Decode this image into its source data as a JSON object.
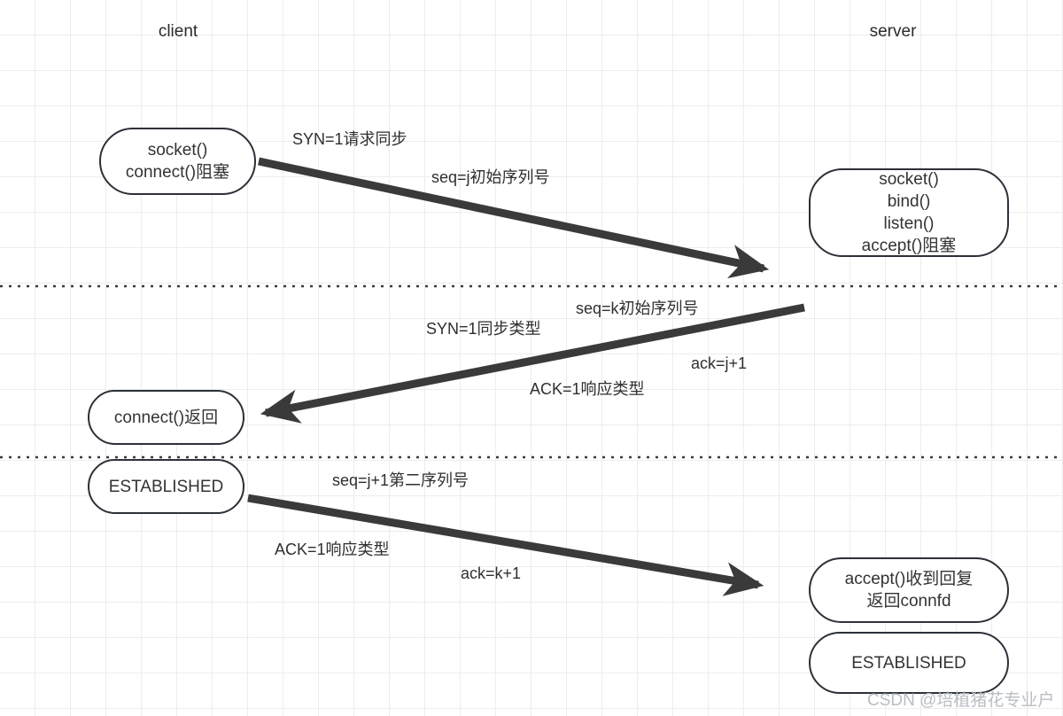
{
  "diagram": {
    "title": "TCP three-way handshake sequence diagram",
    "background": "#ffffff",
    "grid_color": "#ededed",
    "stroke_color": "#2c3038",
    "arrow_color": "#3a3a3a",
    "text_color": "#333333"
  },
  "columns": {
    "client": "client",
    "server": "server"
  },
  "nodes": {
    "client_socket": {
      "lines": [
        "socket()",
        "connect()阻塞"
      ]
    },
    "server_socket": {
      "lines": [
        "socket()",
        "bind()",
        "listen()",
        "accept()阻塞"
      ]
    },
    "client_connect_return": {
      "lines": [
        "connect()返回"
      ]
    },
    "client_established": {
      "lines": [
        "ESTABLISHED"
      ]
    },
    "server_accept_return": {
      "lines": [
        "accept()收到回复",
        "返回connfd"
      ]
    },
    "server_established": {
      "lines": [
        "ESTABLISHED"
      ]
    }
  },
  "messages": {
    "first": {
      "direction": "client-to-server",
      "labels": [
        "SYN=1请求同步",
        "seq=j初始序列号"
      ]
    },
    "second": {
      "direction": "server-to-client",
      "labels": [
        "seq=k初始序列号",
        "SYN=1同步类型",
        "ACK=1响应类型",
        "ack=j+1"
      ]
    },
    "third": {
      "direction": "client-to-server",
      "labels": [
        "seq=j+1第二序列号",
        "ACK=1响应类型",
        "ack=k+1"
      ]
    }
  },
  "watermark": {
    "text": "CSDN @培植猪花专业户"
  }
}
